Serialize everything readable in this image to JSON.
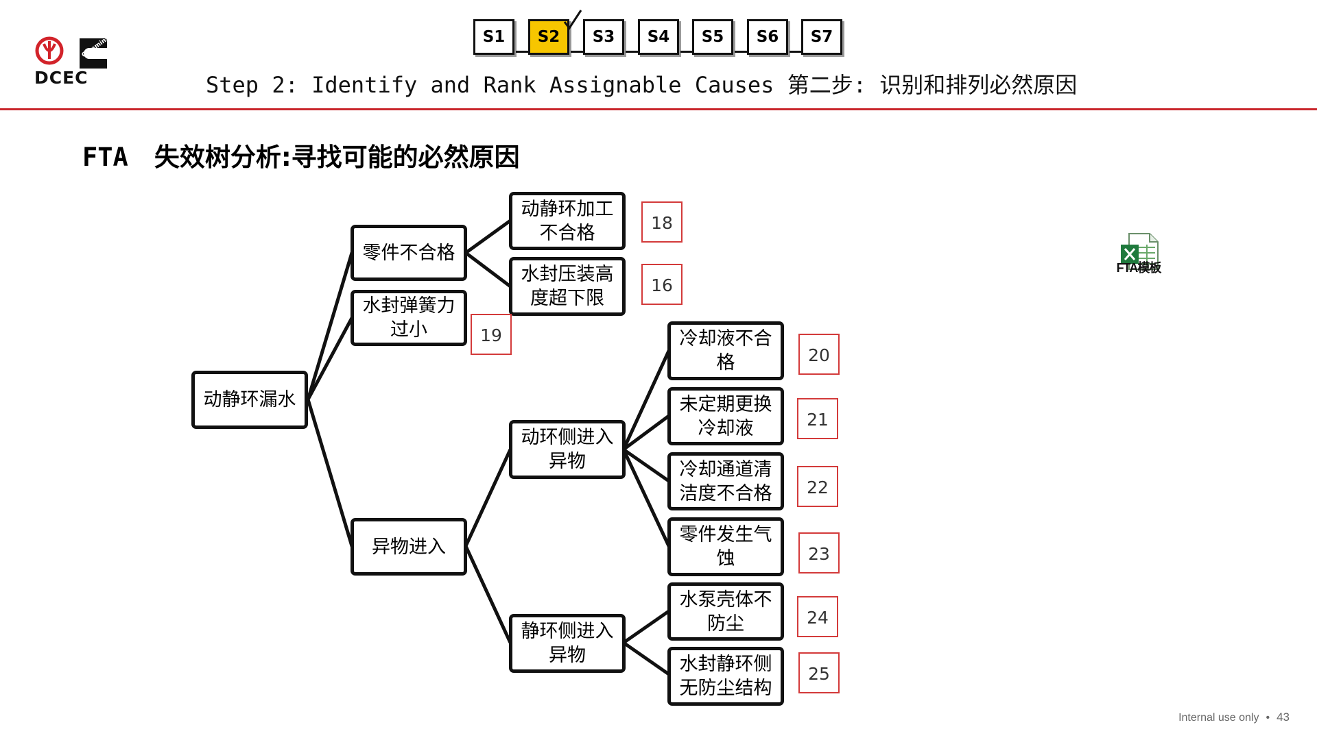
{
  "header": {
    "steps": [
      "S1",
      "S2",
      "S3",
      "S4",
      "S5",
      "S6",
      "S7"
    ],
    "active_step": "S2",
    "title": "Step 2: Identify and Rank  Assignable Causes 第二步: 识别和排列必然原因",
    "logo_text": "DCEC",
    "logo_badge_text": "Cummins"
  },
  "subtitle": {
    "prefix": "FTA",
    "text": "失效树分析:寻找可能的必然原因"
  },
  "tree": {
    "root": "动静环漏水",
    "n_parts": "零件不合格",
    "n_spring": "水封弹簧力过小",
    "n_foreign": "异物进入",
    "n_machining": "动静环加工不合格",
    "n_height": "水封压装高度超下限",
    "n_dyn_side": "动环侧进入异物",
    "n_stat_side": "静环侧进入异物",
    "n_coolant_bad": "冷却液不合格",
    "n_no_replace": "未定期更换冷却液",
    "n_channel": "冷却通道清洁度不合格",
    "n_cavitation": "零件发生气蚀",
    "n_pump_dust": "水泵壳体不防尘",
    "n_seal_dust": "水封静环侧无防尘结构",
    "refs": {
      "machining": "18",
      "height": "16",
      "spring": "19",
      "coolant_bad": "20",
      "no_replace": "21",
      "channel": "22",
      "cavitation": "23",
      "pump_dust": "24",
      "seal_dust": "25"
    }
  },
  "attachment": {
    "label": "FTA模板",
    "icon": "excel-file-icon"
  },
  "footer": {
    "confidentiality": "Internal use only",
    "page": "43"
  },
  "colors": {
    "accent_red": "#c9262c",
    "active_step": "#f7c600",
    "ref_border": "#d33a3a"
  }
}
